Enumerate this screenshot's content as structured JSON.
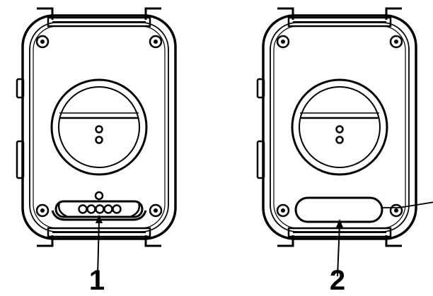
{
  "callouts": [
    {
      "number": "1",
      "target": "charging-contacts"
    },
    {
      "number": "2",
      "target": "label-area"
    }
  ],
  "colors": {
    "stroke": "#000000",
    "background": "#ffffff"
  }
}
